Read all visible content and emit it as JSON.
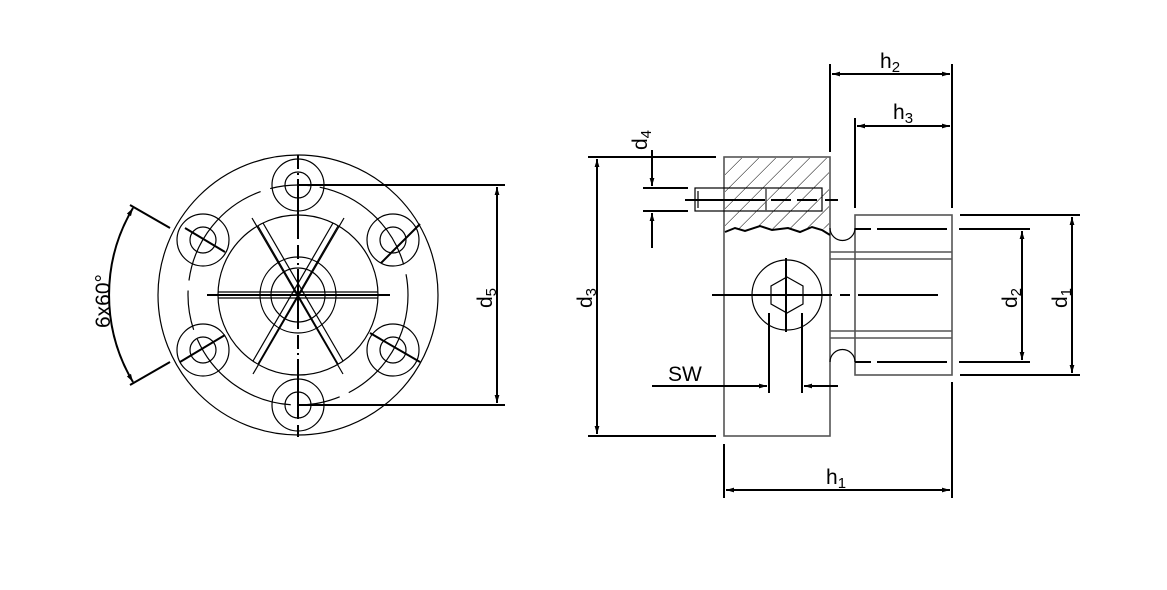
{
  "labels": {
    "angle": "6x60°",
    "d5": {
      "main": "d",
      "sub": "5"
    },
    "d3": {
      "main": "d",
      "sub": "3"
    },
    "d4": {
      "main": "d",
      "sub": "4"
    },
    "d2": {
      "main": "d",
      "sub": "2"
    },
    "d1": {
      "main": "d",
      "sub": "1"
    },
    "h1": {
      "main": "h",
      "sub": "1"
    },
    "h2": {
      "main": "h",
      "sub": "2"
    },
    "h3": {
      "main": "h",
      "sub": "3"
    },
    "sw": "SW"
  }
}
